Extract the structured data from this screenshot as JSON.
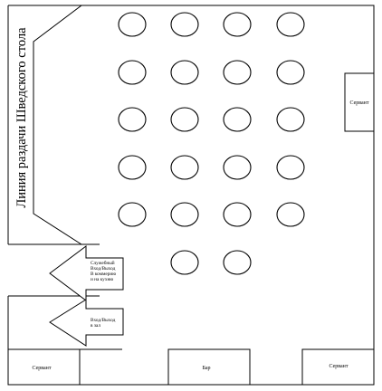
{
  "labels": {
    "serving_line": "Линия раздачи Шведского стола",
    "sideboard_right": "Сервант",
    "sideboard_bottom_left": "Сервант",
    "sideboard_bottom_right": "Сервант",
    "bar": "Бар",
    "service_exit": [
      "Служебный",
      "Вход/Выход",
      "В коммерию",
      "и на кухню"
    ],
    "hall_entrance": [
      "Вход/Выход",
      "в зал"
    ]
  },
  "tables": {
    "row_counts": [
      4,
      4,
      4,
      4,
      4,
      2
    ],
    "total": 22
  }
}
